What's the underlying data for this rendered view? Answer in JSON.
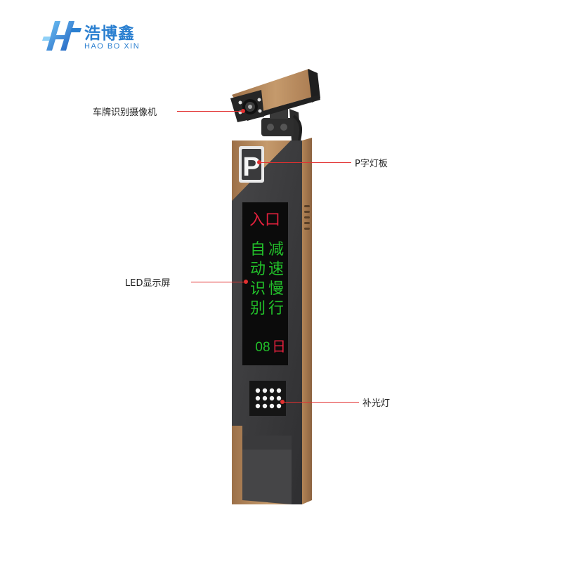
{
  "brand": {
    "name_cn": "浩博鑫",
    "name_en": "HAO BO XIN",
    "color": "#2a7fd0"
  },
  "callouts": {
    "camera": "车牌识别摄像机",
    "p_sign": "P字灯板",
    "led_screen": "LED显示屏",
    "fill_light": "补光灯",
    "line_color": "#e23030"
  },
  "device": {
    "p_letter": "P",
    "led": {
      "header": "入口",
      "left_column": [
        "自",
        "动",
        "识",
        "别"
      ],
      "right_column": [
        "减",
        "速",
        "慢",
        "行"
      ],
      "day_number": "08",
      "day_unit": "日",
      "red": "#e0203c",
      "green": "#22c02a"
    },
    "body_color": "#b98a5e",
    "panel_color": "#3a3a3c"
  }
}
